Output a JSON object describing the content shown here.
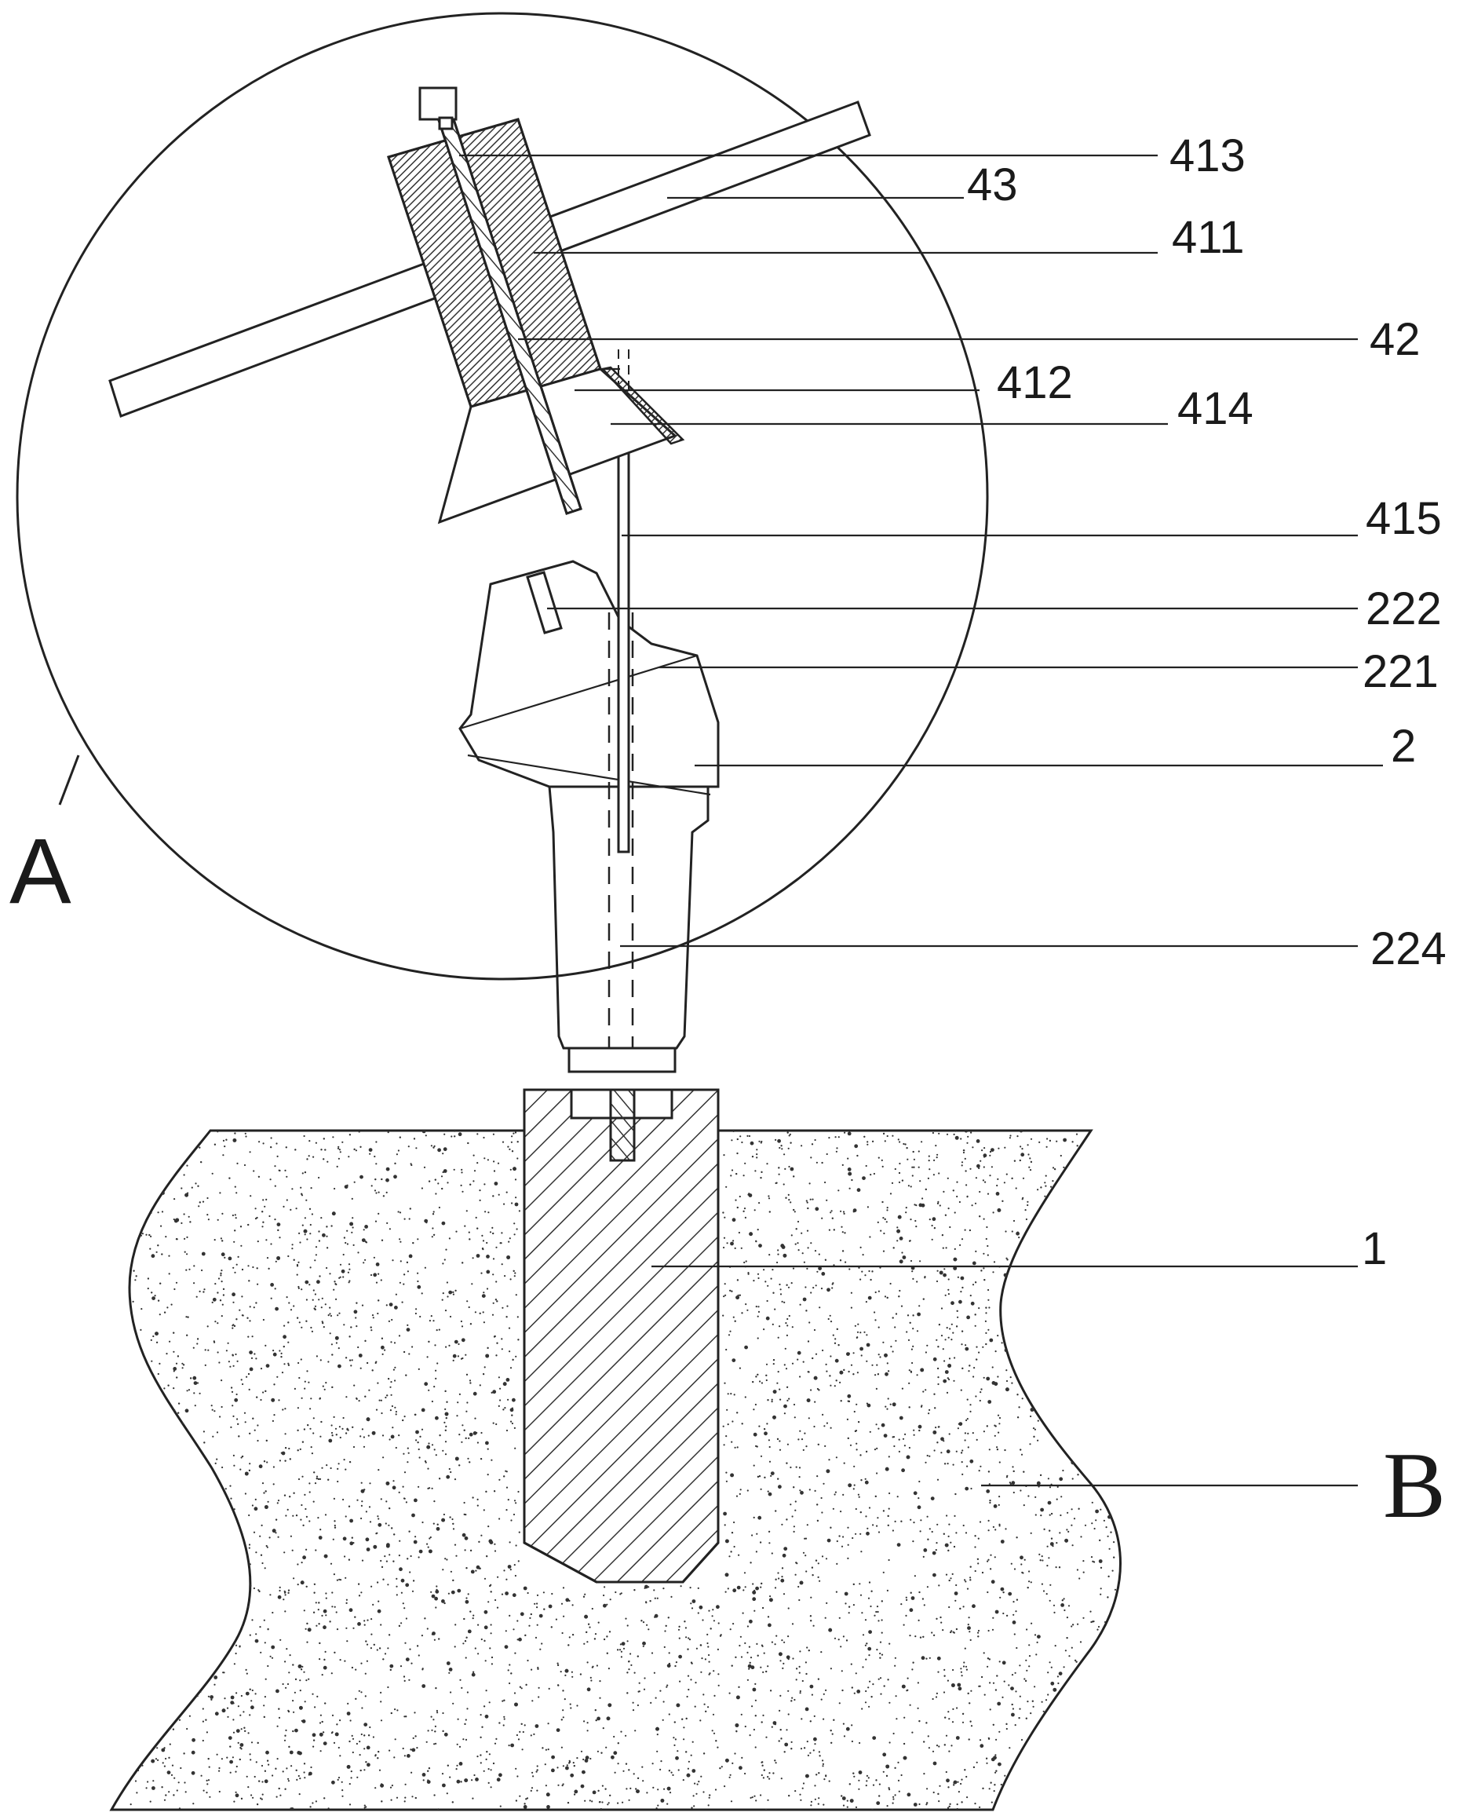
{
  "diagram": {
    "labels": {
      "l413": "413",
      "l43": "43",
      "l411": "411",
      "l42": "42",
      "l412": "412",
      "l414": "414",
      "l415": "415",
      "l222": "222",
      "l221": "221",
      "l2": "2",
      "l224": "224",
      "l1": "1",
      "lB": "B",
      "lA": "A"
    },
    "colors": {
      "line": "#222222",
      "background": "#ffffff",
      "hatch": "#333333",
      "speckle": "#333333"
    }
  }
}
